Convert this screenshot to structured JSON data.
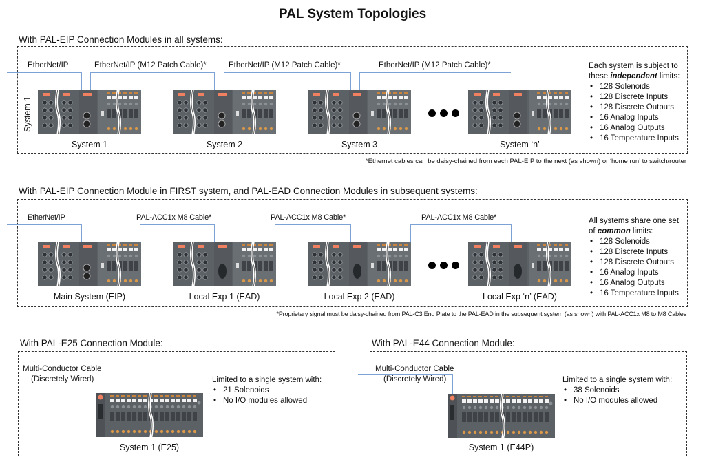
{
  "title": "PAL System Topologies",
  "sections": {
    "eip_all": {
      "heading": "With PAL-EIP Connection Modules in all systems:",
      "side_label": "System 1",
      "cables": [
        "EtherNet/IP",
        "EtherNet/IP (M12 Patch Cable)*",
        "EtherNet/IP (M12 Patch Cable)*",
        "EtherNet/IP (M12 Patch Cable)*"
      ],
      "systems": [
        "System 1",
        "System 2",
        "System 3",
        "System ‘n’"
      ],
      "ellipsis": "•••",
      "limits_intro_1": "Each system is subject to",
      "limits_intro_2_pre": "these ",
      "limits_intro_2_em": "independent",
      "limits_intro_2_post": " limits:",
      "limits": [
        "128 Solenoids",
        "128 Discrete Inputs",
        "128 Discrete Outputs",
        "16 Analog Inputs",
        "16 Analog Outputs",
        "16 Temperature Inputs"
      ],
      "footnote": "*Ethernet cables can be daisy-chained from each PAL-EIP to the next (as shown) or ‘home run’ to switch/router"
    },
    "eip_ead": {
      "heading": "With PAL-EIP Connection Module in FIRST system, and PAL-EAD Connection Modules in subsequent systems:",
      "cables": [
        "EtherNet/IP",
        "PAL-ACC1x M8 Cable*",
        "PAL-ACC1x M8 Cable*",
        "PAL-ACC1x M8 Cable*"
      ],
      "systems": [
        "Main System (EIP)",
        "Local Exp 1 (EAD)",
        "Local Exp 2 (EAD)",
        "Local Exp ‘n’ (EAD)"
      ],
      "limits_intro_1": "All systems share one set",
      "limits_intro_2_pre": "of ",
      "limits_intro_2_em": "common",
      "limits_intro_2_post": " limits:",
      "limits": [
        "128 Solenoids",
        "128 Discrete Inputs",
        "128 Discrete Outputs",
        "16 Analog Inputs",
        "16 Analog Outputs",
        "16 Temperature Inputs"
      ],
      "footnote": "*Proprietary signal must be daisy-chained from PAL-C3 End Plate to the PAL-EAD in the subsequent system (as shown) with PAL-ACC1x M8 to M8 Cables"
    },
    "e25": {
      "heading": "With PAL-E25 Connection Module:",
      "cable_line1": "Multi-Conductor Cable",
      "cable_line2": "(Discretely Wired)",
      "system": "System 1 (E25)",
      "limits_intro": "Limited to a single system with:",
      "limits": [
        "21 Solenoids",
        "No I/O modules allowed"
      ]
    },
    "e44": {
      "heading": "With PAL-E44 Connection Module:",
      "cable_line1": "Multi-Conductor Cable",
      "cable_line2": "(Discretely Wired)",
      "system": "System 1 (E44P)",
      "limits_intro": "Limited to a single system with:",
      "limits": [
        "38 Solenoids",
        "No I/O modules allowed"
      ]
    }
  },
  "colors": {
    "cable": "#7da3d6",
    "device_body": "#5c6166",
    "device_dark": "#3f4347",
    "port_orange": "#f08060",
    "label_white": "#f2f2f2"
  }
}
